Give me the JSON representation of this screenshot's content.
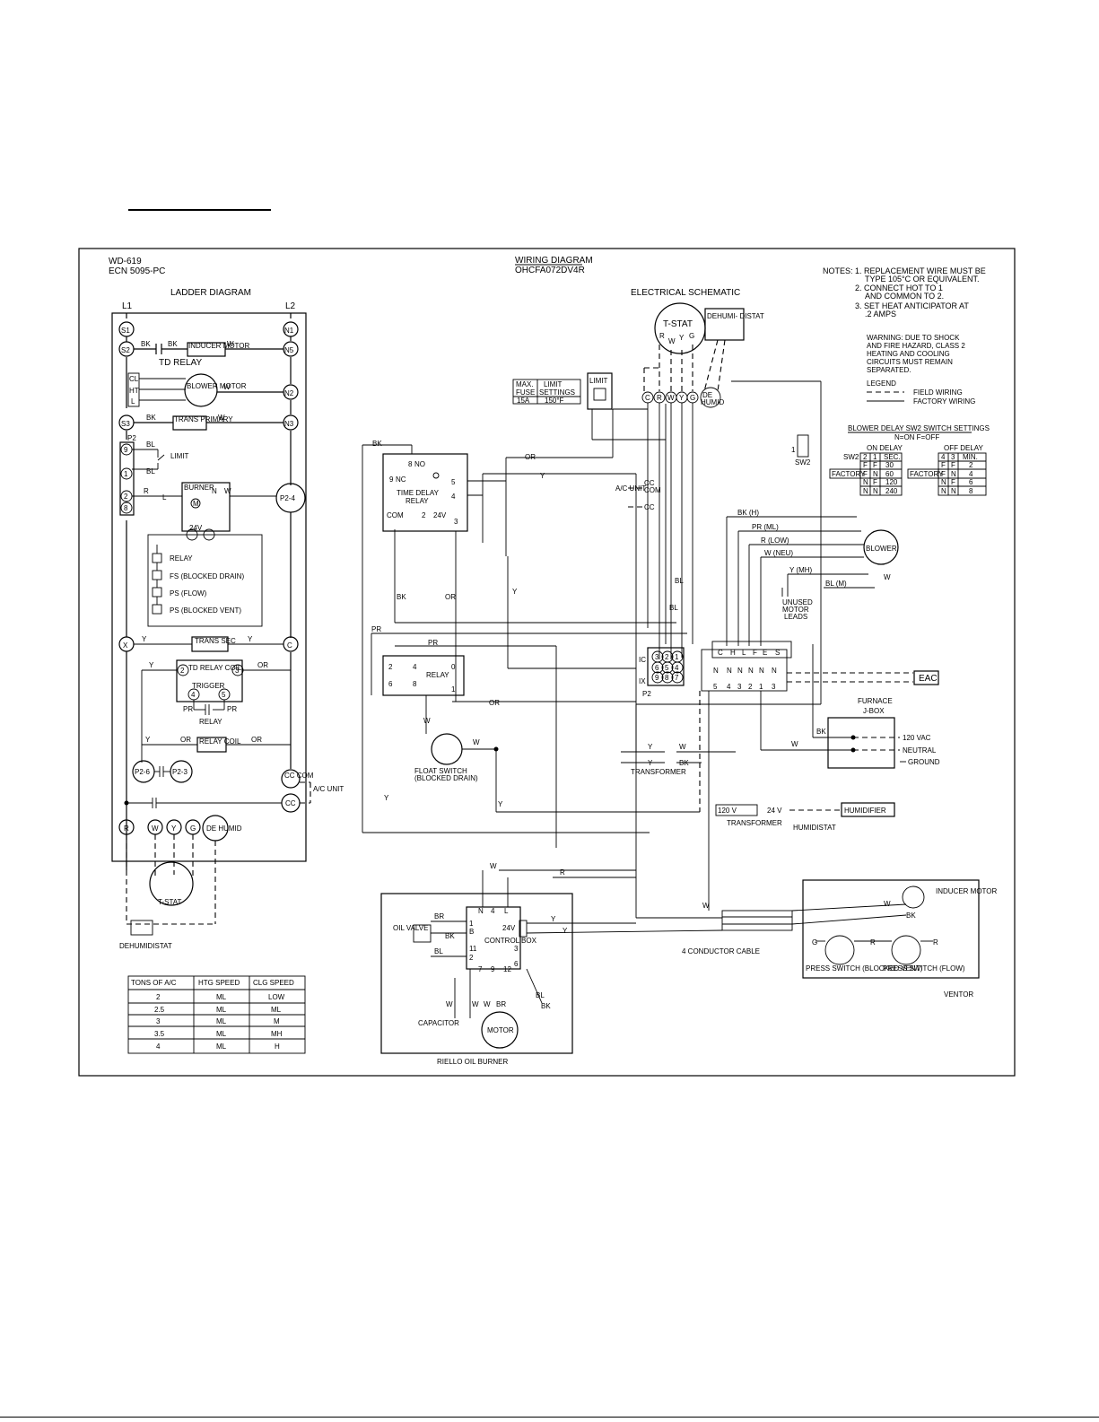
{
  "drawing": {
    "doc_no": "WD-619",
    "ecn": "ECN 5095-PC",
    "title": "WIRING DIAGRAM",
    "model": "OHCFA072DV4R"
  },
  "sections": {
    "ladder": "LADDER DIAGRAM",
    "schematic": "ELECTRICAL SCHEMATIC",
    "burner": "RIELLO OIL BURNER",
    "ventor": "VENTOR"
  },
  "notes": {
    "label": "NOTES:",
    "items": [
      "1. REPLACEMENT WIRE MUST BE",
      "TYPE 105°C OR EQUIVALENT.",
      "2. CONNECT HOT TO 1",
      "AND COMMON TO 2.",
      "3. SET HEAT ANTICIPATOR AT",
      ".2 AMPS"
    ],
    "warning": [
      "WARNING: DUE TO SHOCK",
      "AND FIRE HAZARD, CLASS 2",
      "HEATING AND COOLING",
      "CIRCUITS MUST REMAIN",
      "SEPARATED."
    ]
  },
  "legend": {
    "title": "LEGEND",
    "field": "FIELD WIRING",
    "factory": "FACTORY WIRING"
  },
  "fuse_table": {
    "headers": [
      "MAX. FUSE",
      "LIMIT SETTINGS"
    ],
    "values": [
      "15A",
      "150°F"
    ]
  },
  "blower_delay": {
    "title": "BLOWER DELAY SW2 SWITCH SETTINGS",
    "subtitle": "N=ON F=OFF",
    "on_title": "ON DELAY",
    "off_title": "OFF DELAY",
    "on_header": [
      "SW2",
      "2",
      "1",
      "SEC."
    ],
    "off_header": [
      "4",
      "3",
      "MIN."
    ],
    "on_rows": [
      [
        "",
        "F",
        "F",
        "30"
      ],
      [
        "FACTORY",
        "F",
        "N",
        "60"
      ],
      [
        "",
        "N",
        "F",
        "120"
      ],
      [
        "",
        "N",
        "N",
        "240"
      ]
    ],
    "off_rows": [
      [
        "",
        "F",
        "F",
        "2"
      ],
      [
        "FACTORY",
        "F",
        "N",
        "4"
      ],
      [
        "",
        "N",
        "F",
        "6"
      ],
      [
        "",
        "N",
        "N",
        "8"
      ]
    ]
  },
  "ladder_labels": {
    "l1": "L1",
    "l2": "L2",
    "s1": "S1",
    "s2": "S2",
    "s3": "S3",
    "n1": "N1",
    "n5": "N5",
    "n2": "N2",
    "n3": "N3",
    "td_relay": "TD RELAY",
    "inducer": "INDUCER MOTOR",
    "blower": "BLOWER MOTOR",
    "trans_primary": "TRANS PRIMARY",
    "p2": "P2",
    "limit": "LIMIT",
    "burner": "BURNER",
    "p2_4": "P2-4",
    "v24": "24V",
    "relay": "RELAY",
    "fs": "FS (BLOCKED DRAIN)",
    "ps_flow": "PS (FLOW)",
    "ps_vent": "PS (BLOCKED VENT)",
    "x": "X",
    "c": "C",
    "trans_sec": "TRANS SEC",
    "td_relay_coil": "TD RELAY COIL",
    "trigger": "TRIGGER",
    "relay2": "RELAY",
    "relay_coil": "RELAY COIL",
    "p2_6": "P2-6",
    "p2_3": "P2-3",
    "cc_com": "CC COM",
    "cc": "CC",
    "ac_unit": "A/C UNIT",
    "r": "R",
    "w": "W",
    "y": "Y",
    "g": "G",
    "dehumid": "DE HUMID",
    "tstat": "T-STAT",
    "dehumidistat": "DEHUMIDISTAT"
  },
  "tons_table": {
    "headers": [
      "TONS OF A/C",
      "HTG SPEED",
      "CLG SPEED"
    ],
    "rows": [
      [
        "2",
        "ML",
        "LOW"
      ],
      [
        "2.5",
        "ML",
        "ML"
      ],
      [
        "3",
        "ML",
        "M"
      ],
      [
        "3.5",
        "ML",
        "MH"
      ],
      [
        "4",
        "ML",
        "H"
      ]
    ]
  },
  "schematic_labels": {
    "tstat": "T-STAT",
    "dehumidistat": "DEHUMI- DISTAT",
    "limit": "LIMIT",
    "time_delay_relay": "TIME DELAY RELAY",
    "nc": "NC",
    "no": "NO",
    "com": "COM",
    "v24": "24V",
    "ac_unit": "A/C UNIT",
    "cc": "CC",
    "com2": "COM",
    "relay": "RELAY",
    "blower": "BLOWER",
    "bk_h": "BK (H)",
    "pr_ml": "PR (ML)",
    "r_low": "R (LOW)",
    "w_neu": "W (NEU)",
    "y_mh": "Y (MH)",
    "bl_m": "BL (M)",
    "unused": "UNUSED MOTOR LEADS",
    "sw2": "SW2",
    "eac": "EAC",
    "furnace_jbox": "FURNACE J-BOX",
    "vac": "120 VAC",
    "neutral": "NEUTRAL",
    "ground": "GROUND",
    "transformer": "TRANSFORMER",
    "float_switch": "FLOAT SWITCH (BLOCKED DRAIN)",
    "v120": "120 V",
    "v24b": "24 V",
    "humidifier": "HUMIDIFIER",
    "transformer2": "TRANSFORMER",
    "humidistat": "HUMIDISTAT",
    "cable": "4 CONDUCTOR CABLE",
    "inducer": "INDUCER MOTOR",
    "press_vent": "PRESS SWITCH (BLOCKED VENT)",
    "press_flow": "PRESS SWITCH (FLOW)",
    "oil_valve": "OIL VALVE",
    "control_box": "CONTROL BOX",
    "capacitor": "CAPACITOR",
    "motor": "MOTOR",
    "p2": "P2"
  }
}
